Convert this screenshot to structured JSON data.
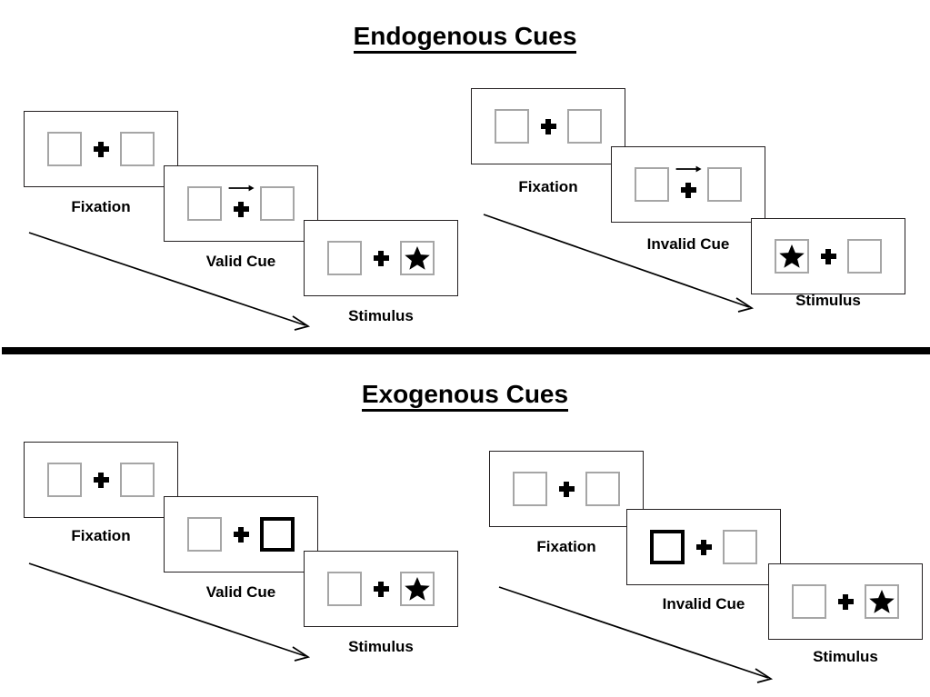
{
  "sections": [
    {
      "id": "endogenous",
      "title": "Endogenous Cues",
      "sequences": [
        {
          "id": "endogenous-valid",
          "panels": [
            {
              "caption": "Fixation",
              "cue": "none",
              "left": "empty",
              "right": "empty"
            },
            {
              "caption": "Valid Cue",
              "cue": "arrow-right",
              "left": "empty",
              "right": "empty"
            },
            {
              "caption": "Stimulus",
              "cue": "none",
              "left": "empty",
              "right": "star"
            }
          ]
        },
        {
          "id": "endogenous-invalid",
          "panels": [
            {
              "caption": "Fixation",
              "cue": "none",
              "left": "empty",
              "right": "empty"
            },
            {
              "caption": "Invalid Cue",
              "cue": "arrow-right",
              "left": "empty",
              "right": "empty"
            },
            {
              "caption": "Stimulus",
              "cue": "none",
              "left": "star",
              "right": "empty"
            }
          ]
        }
      ]
    },
    {
      "id": "exogenous",
      "title": "Exogenous Cues",
      "sequences": [
        {
          "id": "exogenous-valid",
          "panels": [
            {
              "caption": "Fixation",
              "cue": "none",
              "left": "empty",
              "right": "empty"
            },
            {
              "caption": "Valid Cue",
              "cue": "none",
              "left": "empty",
              "right": "cued"
            },
            {
              "caption": "Stimulus",
              "cue": "none",
              "left": "empty",
              "right": "star"
            }
          ]
        },
        {
          "id": "exogenous-invalid",
          "panels": [
            {
              "caption": "Fixation",
              "cue": "none",
              "left": "empty",
              "right": "empty"
            },
            {
              "caption": "Invalid Cue",
              "cue": "none",
              "left": "cued",
              "right": "empty"
            },
            {
              "caption": "Stimulus",
              "cue": "none",
              "left": "empty",
              "right": "star"
            }
          ]
        }
      ]
    }
  ],
  "colors": {
    "panel_border": "#231f20",
    "cell_border": "#a6a6a6",
    "cued_border": "#000000",
    "ink": "#000000",
    "background": "#ffffff"
  }
}
